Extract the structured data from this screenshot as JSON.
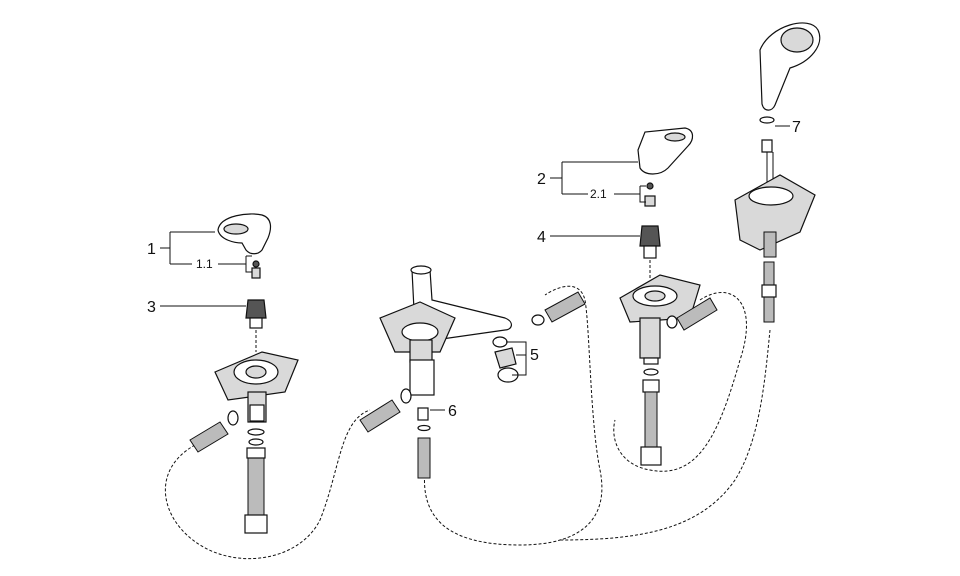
{
  "callouts": {
    "c1": "1",
    "c1_1": "1.1",
    "c2": "2",
    "c2_1": "2.1",
    "c3": "3",
    "c4": "4",
    "c5": "5",
    "c6": "6",
    "c7": "7"
  }
}
